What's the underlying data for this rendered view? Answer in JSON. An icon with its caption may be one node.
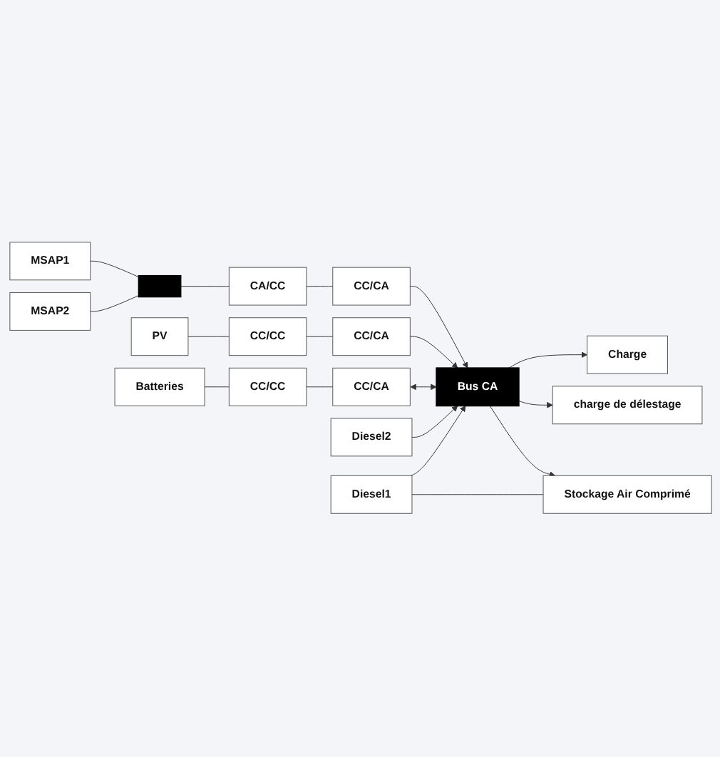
{
  "diagram": {
    "nodes": [
      {
        "text": [
          "Bus CA"
        ]
      },
      {
        "text": [
          "MSAP1"
        ]
      },
      {
        "text": [
          "MSAP2"
        ]
      },
      {
        "text": [],
        "shape": "bar"
      },
      {
        "text": [
          "CA/CC"
        ]
      },
      {
        "text": [
          "CC/CA"
        ]
      },
      {
        "text": [
          "PV"
        ]
      },
      {
        "text": [
          "CC/CC"
        ]
      },
      {
        "text": [
          "CC/CA"
        ]
      },
      {
        "text": [
          "Charge"
        ]
      },
      {
        "text": [
          "Batteries"
        ]
      },
      {
        "text": [
          "CC/CC"
        ]
      },
      {
        "text": [
          "CC/CA"
        ]
      },
      {
        "text": [
          "charge de délestage"
        ]
      },
      {
        "text": [
          "Diesel2"
        ]
      },
      {
        "text": [
          "Diesel1"
        ]
      },
      {
        "text": [
          "Stockage Air Comprimé"
        ]
      }
    ],
    "edges": [
      {
        "from": 1,
        "to": 3,
        "arrow": "none"
      },
      {
        "from": 2,
        "to": 3,
        "arrow": "none"
      },
      {
        "from": 3,
        "to": 4,
        "arrow": "none"
      },
      {
        "from": 4,
        "to": 5,
        "arrow": "none"
      },
      {
        "from": 5,
        "to": 0,
        "arrow": "to"
      },
      {
        "from": 6,
        "to": 7,
        "arrow": "none"
      },
      {
        "from": 7,
        "to": 8,
        "arrow": "none"
      },
      {
        "from": 8,
        "to": 0,
        "arrow": "to"
      },
      {
        "from": 0,
        "to": 9,
        "arrow": "to"
      },
      {
        "from": 10,
        "to": 11,
        "arrow": "none"
      },
      {
        "from": 11,
        "to": 12,
        "arrow": "none"
      },
      {
        "from": 12,
        "to": 0,
        "arrow": "both"
      },
      {
        "from": 0,
        "to": 13,
        "arrow": "to"
      },
      {
        "from": 14,
        "to": 0,
        "arrow": "to"
      },
      {
        "from": 15,
        "to": 0,
        "arrow": "to"
      },
      {
        "from": 0,
        "to": 16,
        "arrow": "to"
      },
      {
        "from": 15,
        "to": 16,
        "arrow": "none"
      }
    ]
  }
}
